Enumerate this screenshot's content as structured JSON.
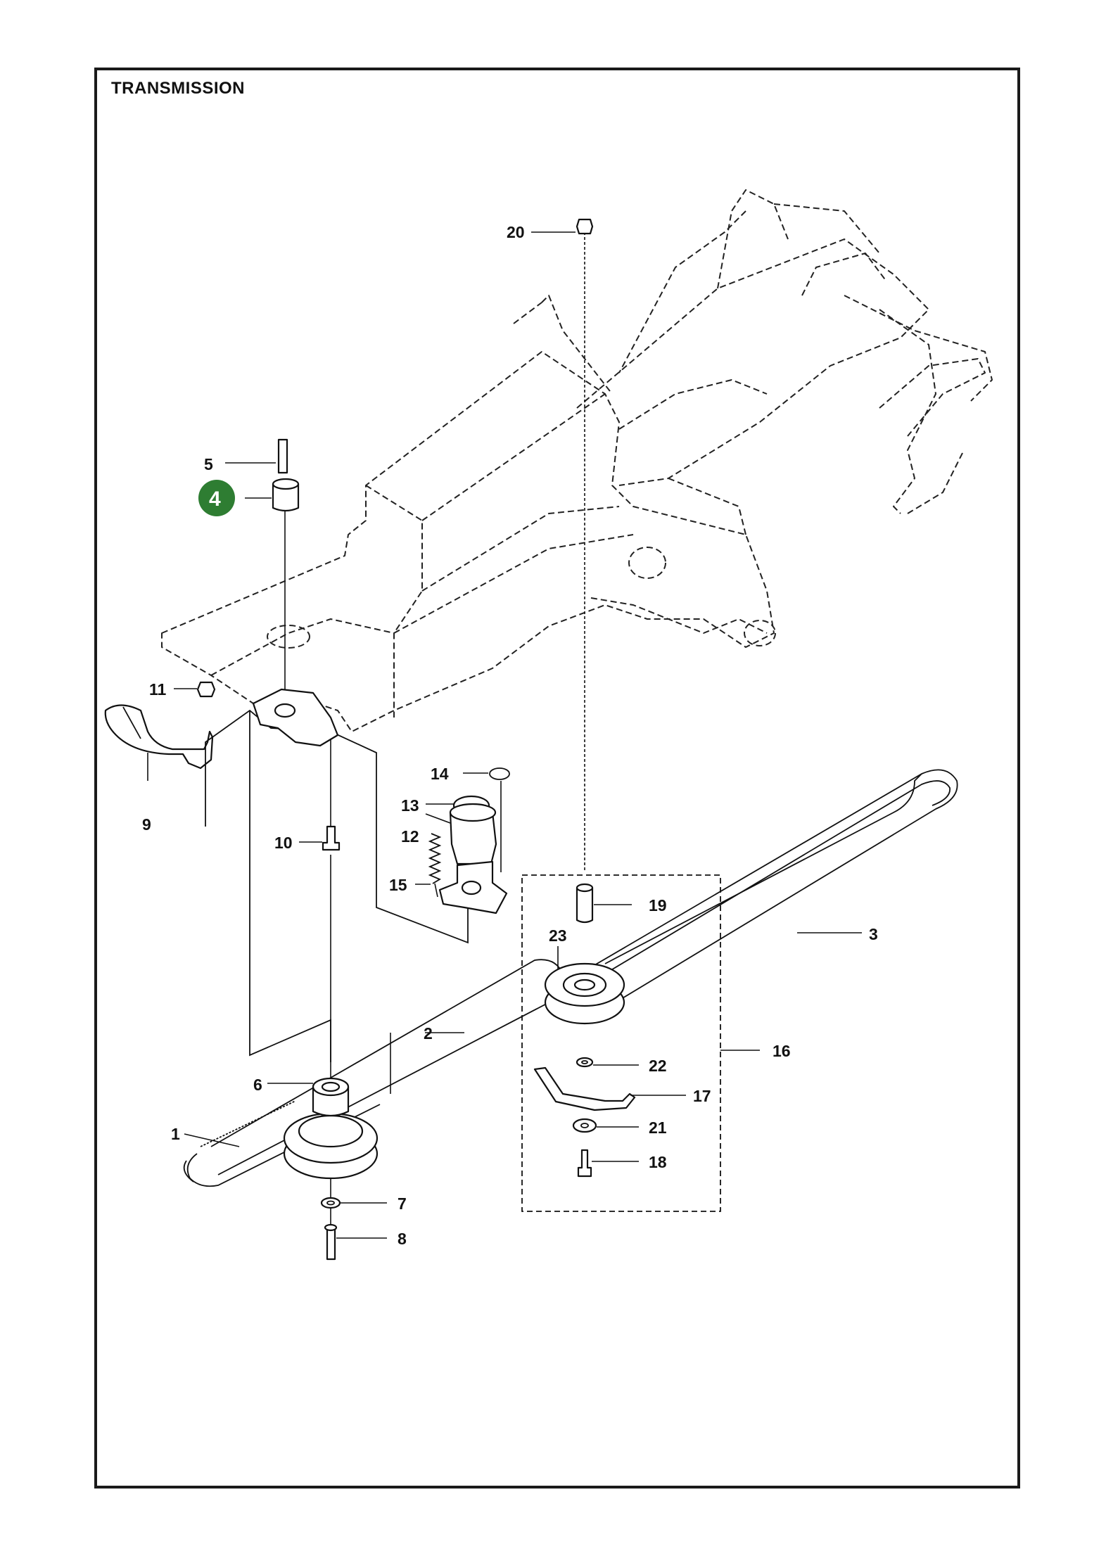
{
  "title": "TRANSMISSION",
  "highlight_color": "#2e7d32",
  "callouts": {
    "c1": "1",
    "c2": "2",
    "c3": "3",
    "c4": "4",
    "c5": "5",
    "c6": "6",
    "c7": "7",
    "c8": "8",
    "c9": "9",
    "c10": "10",
    "c11": "11",
    "c12": "12",
    "c13": "13",
    "c14": "14",
    "c15": "15",
    "c16": "16",
    "c17": "17",
    "c18": "18",
    "c19": "19",
    "c20": "20",
    "c21": "21",
    "c22": "22",
    "c23": "23"
  },
  "highlighted_part": "4"
}
